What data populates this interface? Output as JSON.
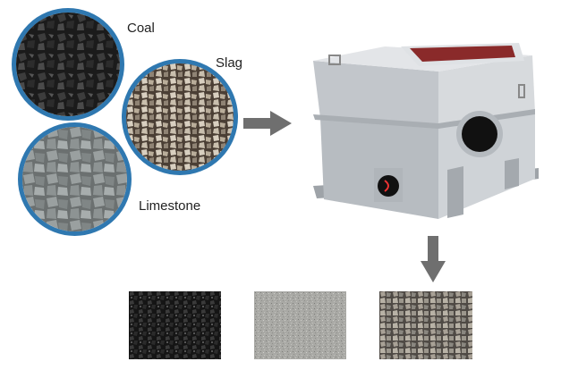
{
  "materials": {
    "coal_label": "Coal",
    "slag_label": "Slag",
    "limestone_label": "Limestone"
  },
  "colors": {
    "ring": "#2f78b0",
    "arrow": "#6f6f6f",
    "machine": "#c3c7cc",
    "hopper_interior": "#8a2a2a"
  },
  "icons": [
    "arrow-right-icon",
    "arrow-down-icon"
  ]
}
